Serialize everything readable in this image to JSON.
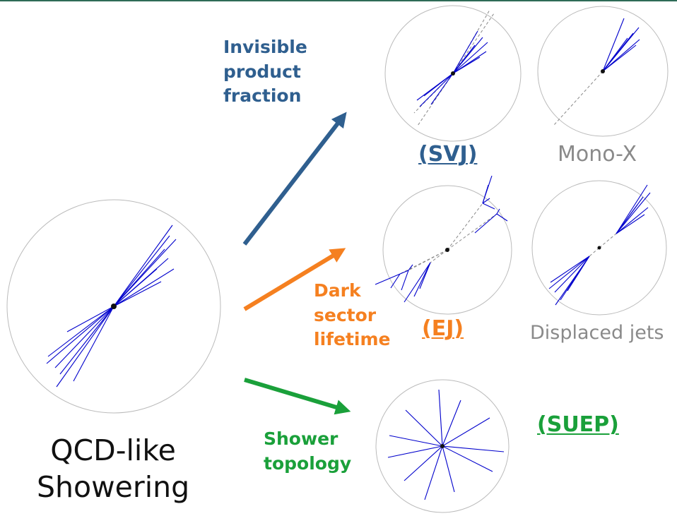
{
  "labels": {
    "qcd": [
      "QCD-like",
      "Showering"
    ],
    "invisible": [
      "Invisible",
      "product",
      "fraction"
    ],
    "dark_sector": [
      "Dark",
      "sector",
      "lifetime"
    ],
    "shower_topology": [
      "Shower",
      "topology"
    ],
    "svj": "(SVJ)",
    "mono_x": "Mono-X",
    "ej": "(EJ)",
    "displaced_jets": "Displaced jets",
    "suep": "(SUEP)"
  },
  "colors": {
    "invisible_arrow": "#2f5f8f",
    "dark_sector_arrow": "#f58020",
    "shower_arrow": "#1aa03a",
    "track": "#0000cc",
    "detector_outline": "#bbbbbb",
    "inactive_label": "#8a8a8a"
  }
}
